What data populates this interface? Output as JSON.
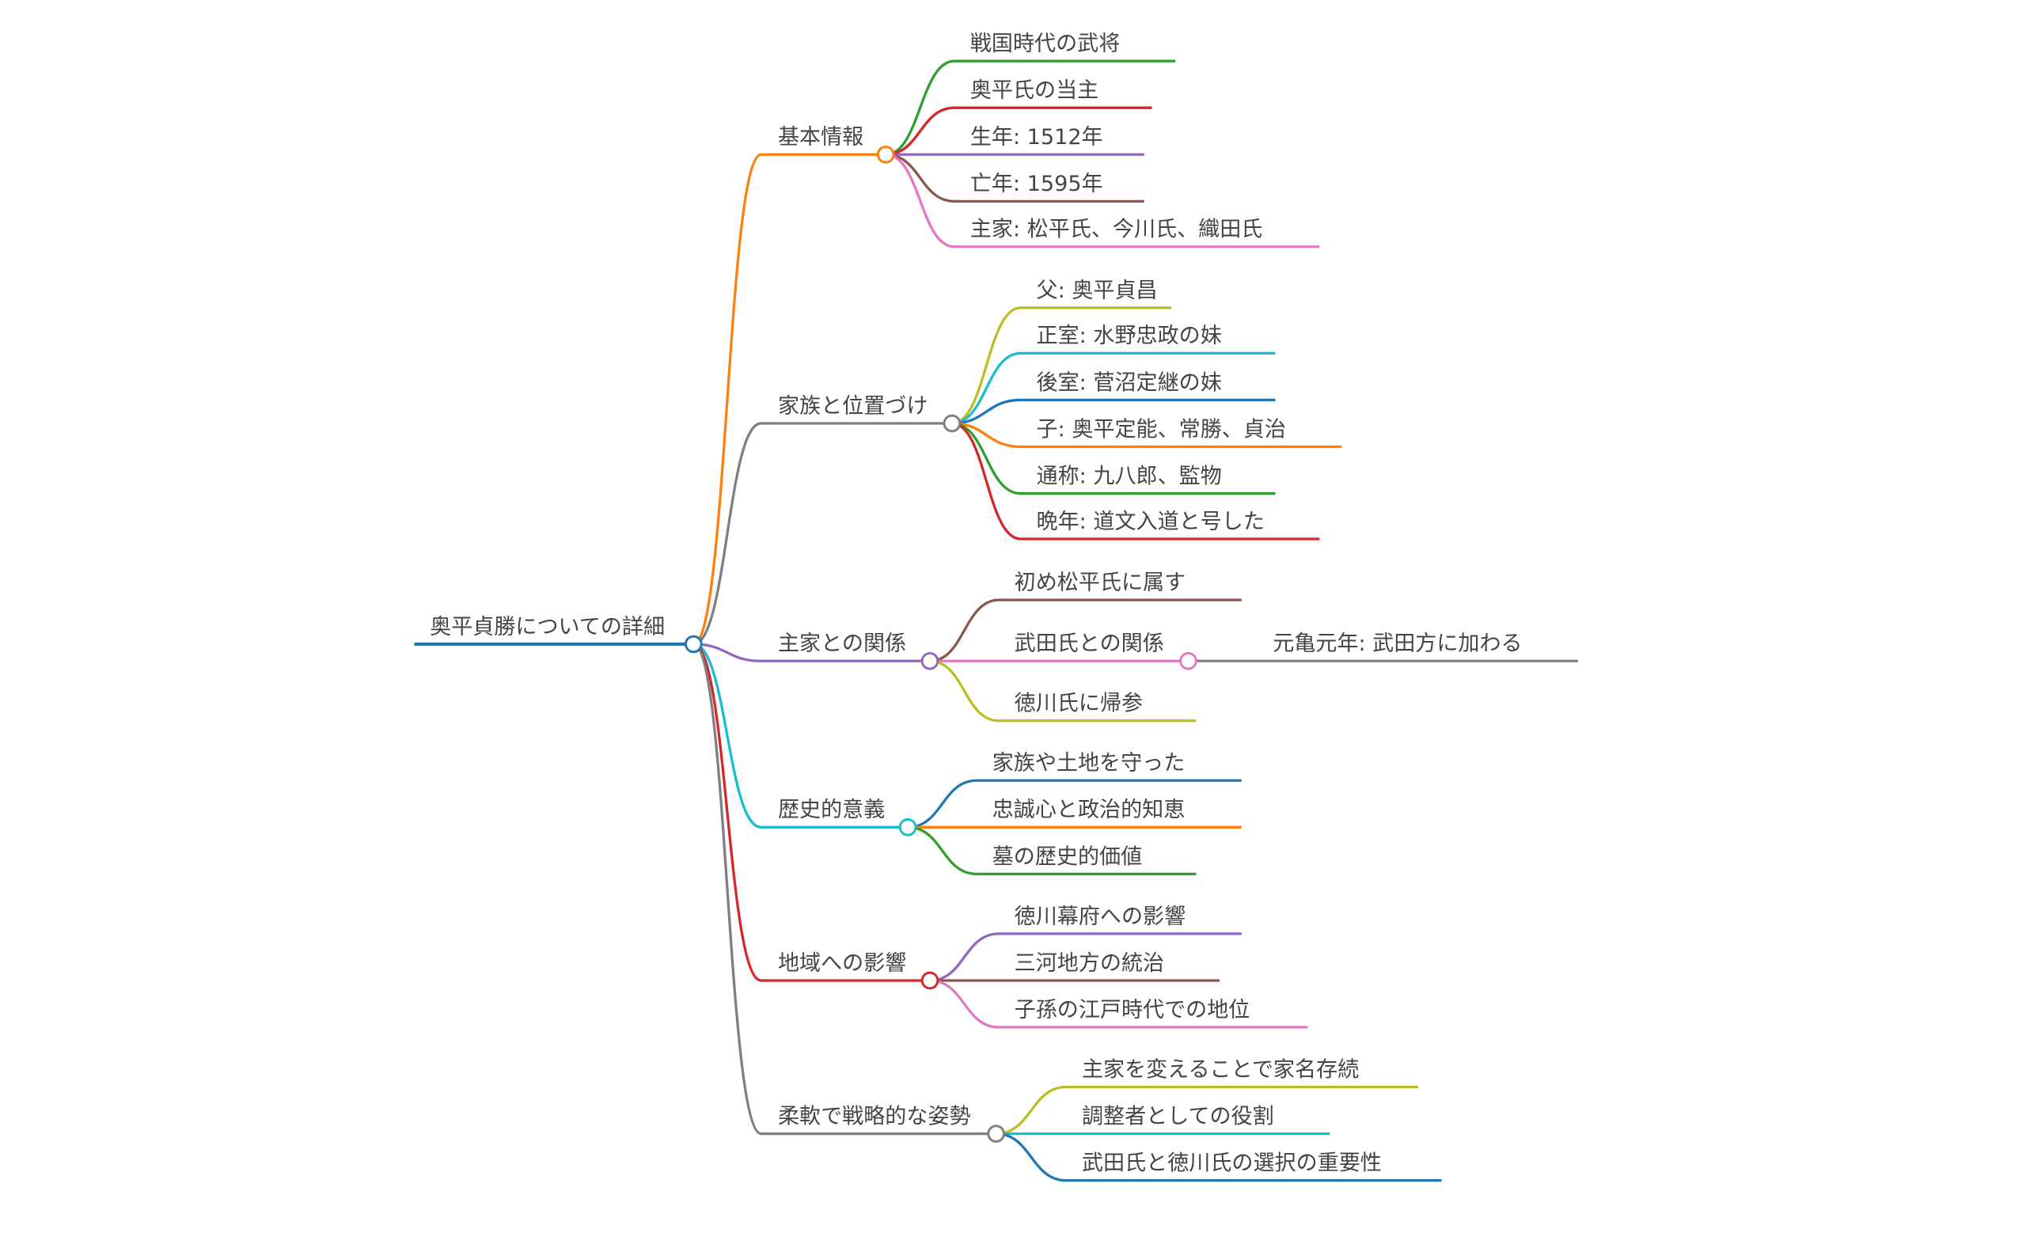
{
  "root": {
    "label": "奥平貞勝についての詳細",
    "color": "#1f77b4"
  },
  "branches": [
    {
      "label": "基本情報",
      "color": "#ff7f0e",
      "children": [
        {
          "label": "戦国時代の武将",
          "color": "#2ca02c"
        },
        {
          "label": "奥平氏の当主",
          "color": "#d62728"
        },
        {
          "label": "生年: 1512年",
          "color": "#9467bd"
        },
        {
          "label": "亡年: 1595年",
          "color": "#8c564b"
        },
        {
          "label": "主家: 松平氏、今川氏、織田氏",
          "color": "#e377c2"
        }
      ]
    },
    {
      "label": "家族と位置づけ",
      "color": "#7f7f7f",
      "children": [
        {
          "label": "父: 奥平貞昌",
          "color": "#bcbd22"
        },
        {
          "label": "正室: 水野忠政の妹",
          "color": "#17becf"
        },
        {
          "label": "後室: 菅沼定継の妹",
          "color": "#1f77b4"
        },
        {
          "label": "子: 奥平定能、常勝、貞治",
          "color": "#ff7f0e"
        },
        {
          "label": "通称: 九八郎、監物",
          "color": "#2ca02c"
        },
        {
          "label": "晩年: 道文入道と号した",
          "color": "#d62728"
        }
      ]
    },
    {
      "label": "主家との関係",
      "color": "#9467bd",
      "children": [
        {
          "label": "初め松平氏に属す",
          "color": "#8c564b"
        },
        {
          "label": "武田氏との関係",
          "color": "#e377c2",
          "children": [
            {
              "label": "元亀元年: 武田方に加わる",
              "color": "#7f7f7f"
            }
          ]
        },
        {
          "label": "徳川氏に帰参",
          "color": "#bcbd22"
        }
      ]
    },
    {
      "label": "歴史的意義",
      "color": "#17becf",
      "children": [
        {
          "label": "家族や土地を守った",
          "color": "#1f77b4"
        },
        {
          "label": "忠誠心と政治的知恵",
          "color": "#ff7f0e"
        },
        {
          "label": "墓の歴史的価値",
          "color": "#2ca02c"
        }
      ]
    },
    {
      "label": "地域への影響",
      "color": "#d62728",
      "children": [
        {
          "label": "徳川幕府への影響",
          "color": "#9467bd"
        },
        {
          "label": "三河地方の統治",
          "color": "#8c564b"
        },
        {
          "label": "子孫の江戸時代での地位",
          "color": "#e377c2"
        }
      ]
    },
    {
      "label": "柔軟で戦略的な姿勢",
      "color": "#7f7f7f",
      "children": [
        {
          "label": "主家を変えることで家名存続",
          "color": "#bcbd22"
        },
        {
          "label": "調整者としての役割",
          "color": "#17becf"
        },
        {
          "label": "武田氏と徳川氏の選択の重要性",
          "color": "#1f77b4"
        }
      ]
    }
  ]
}
